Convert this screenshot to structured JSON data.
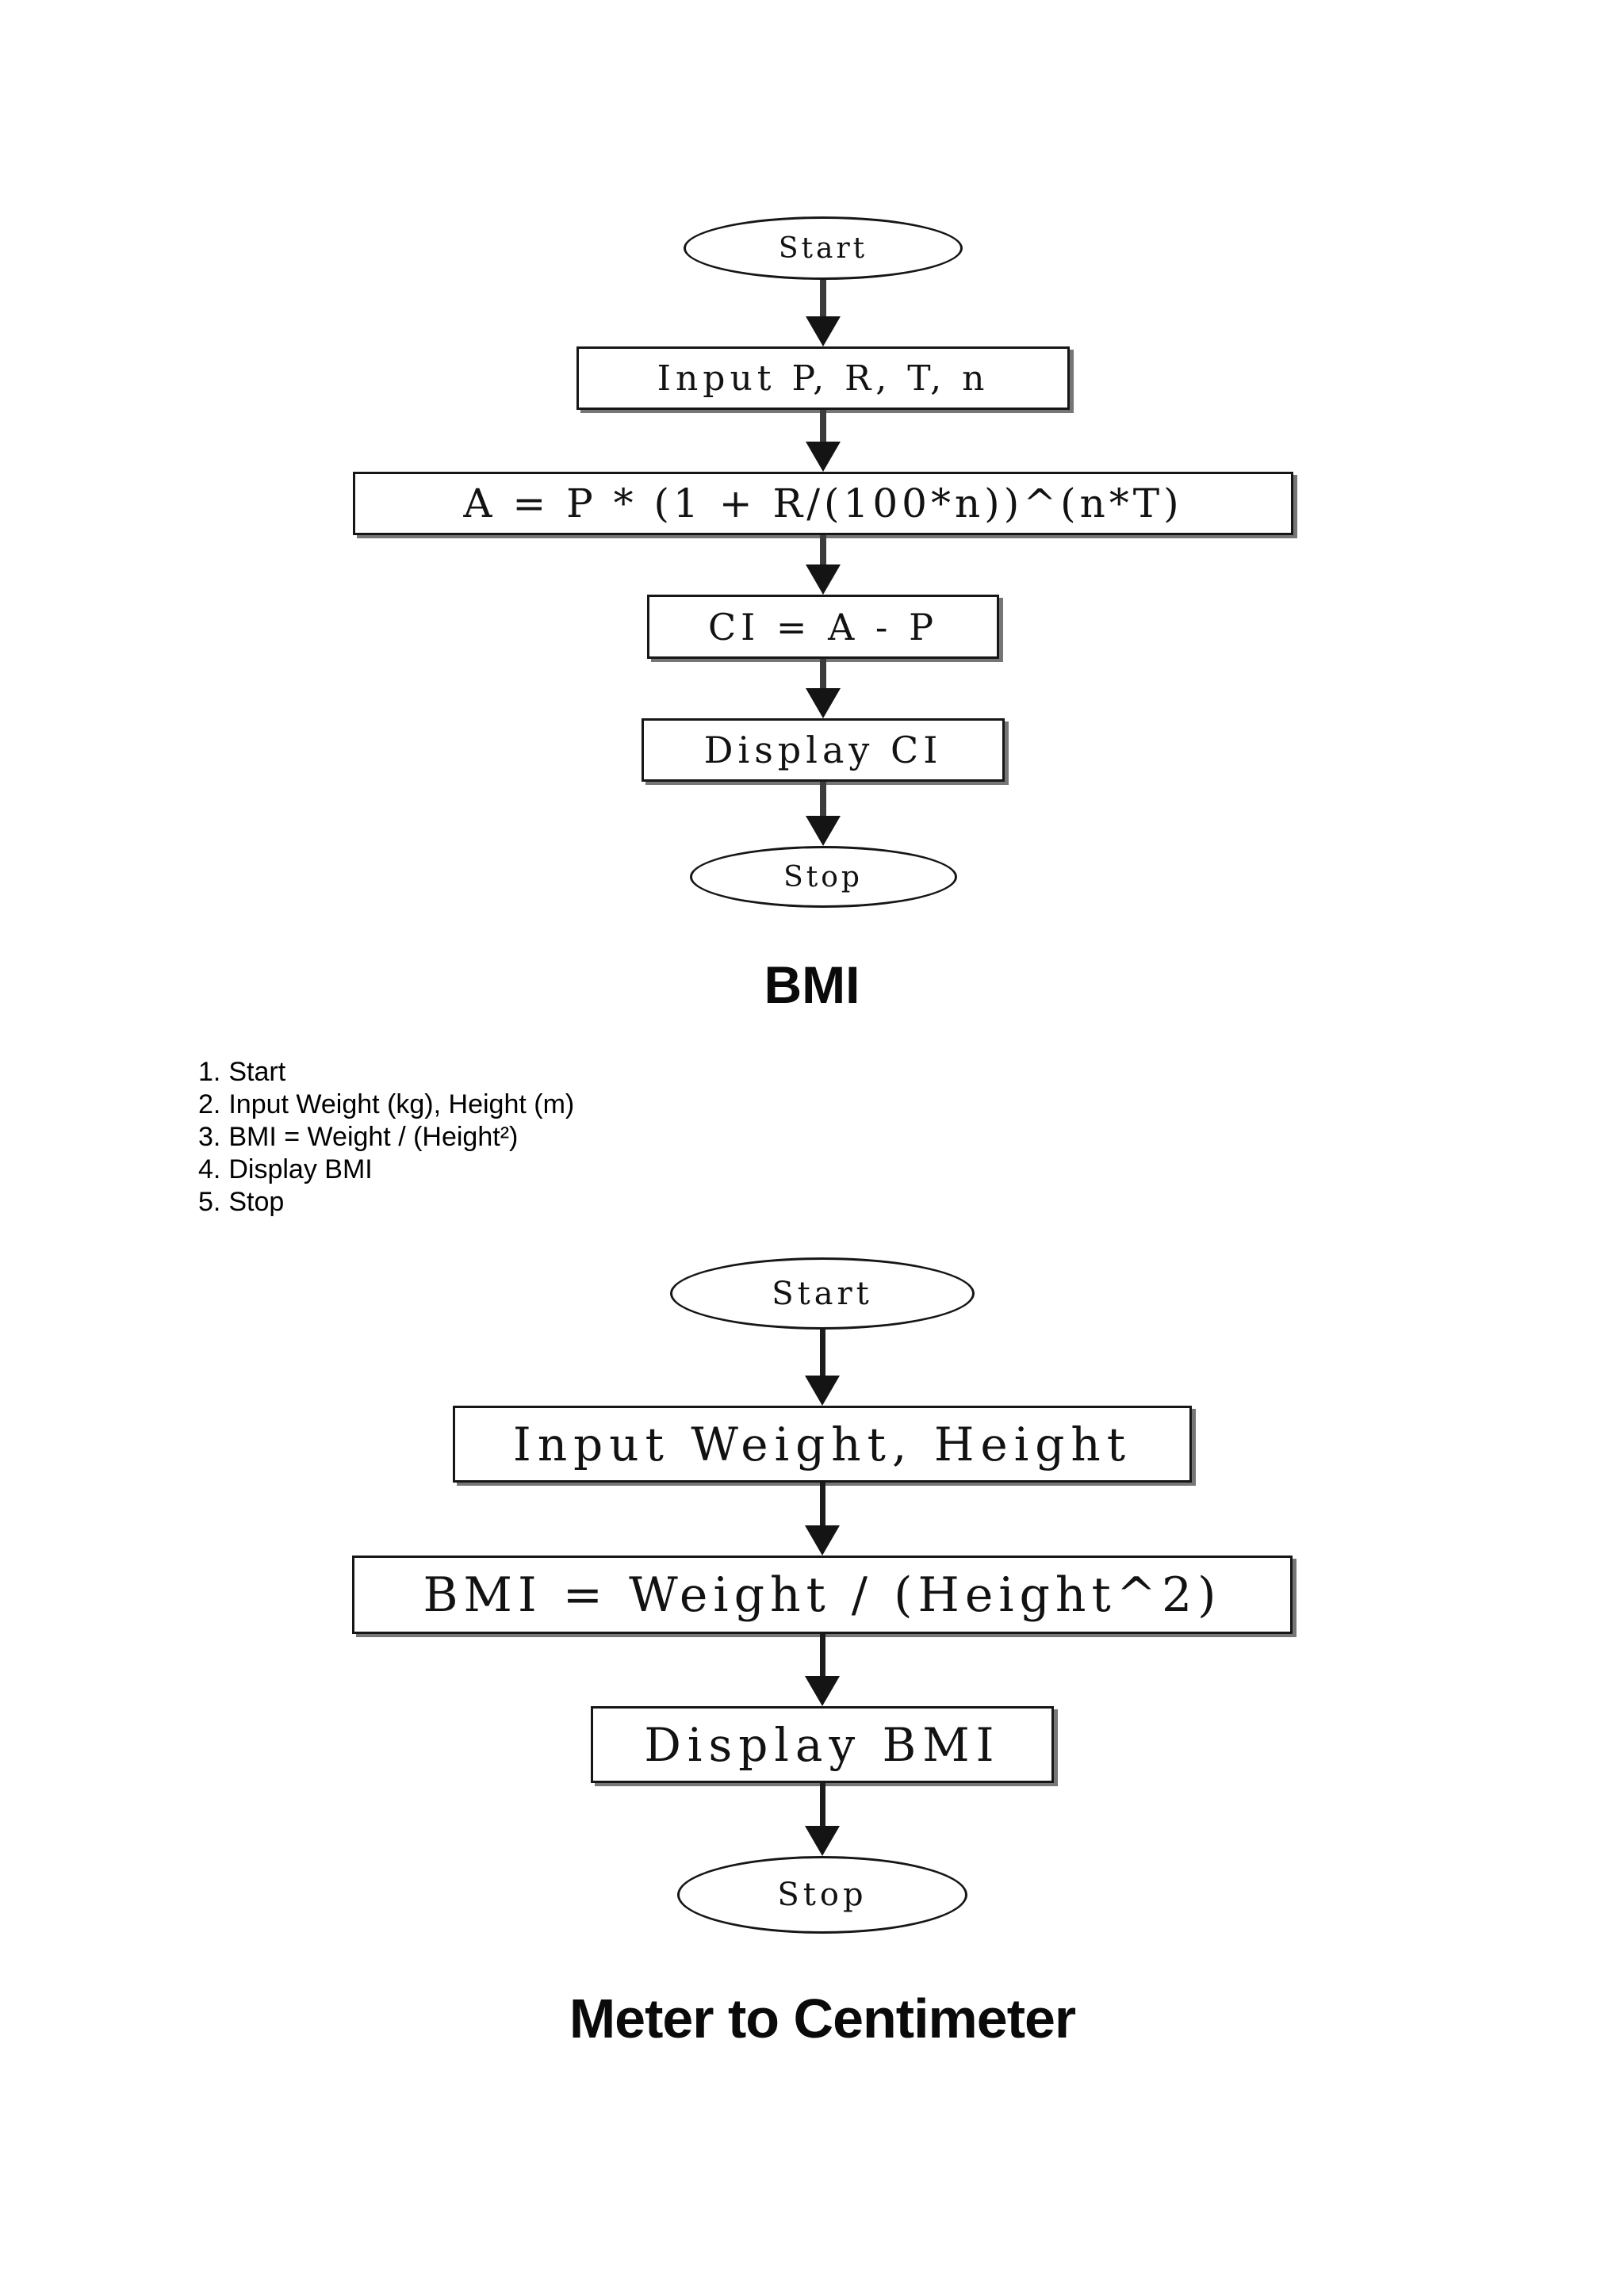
{
  "page": {
    "background": "#ffffff",
    "ink": "#161616",
    "arrow_color": "#3c3c3c"
  },
  "flowchart_ci": {
    "nodes": [
      {
        "shape": "ellipse",
        "label": "Start"
      },
      {
        "shape": "rect",
        "label": "Input P, R, T, n"
      },
      {
        "shape": "rect",
        "label": "A = P * (1 + R/(100*n))^(n*T)"
      },
      {
        "shape": "rect",
        "label": "CI = A - P"
      },
      {
        "shape": "rect",
        "label": "Display CI"
      },
      {
        "shape": "ellipse",
        "label": "Stop"
      }
    ],
    "caption": "BMI"
  },
  "algorithm_steps": {
    "items": [
      {
        "num": "1.",
        "text": "Start"
      },
      {
        "num": "2.",
        "text": "Input Weight (kg), Height (m)"
      },
      {
        "num": "3.",
        "text": "BMI = Weight / (Height²)"
      },
      {
        "num": "4.",
        "text": "Display BMI"
      },
      {
        "num": "5.",
        "text": "Stop"
      }
    ]
  },
  "flowchart_bmi": {
    "nodes": [
      {
        "shape": "ellipse",
        "label": "Start"
      },
      {
        "shape": "rect",
        "label": "Input Weight, Height"
      },
      {
        "shape": "rect",
        "label": "BMI = Weight / (Height^2)"
      },
      {
        "shape": "rect",
        "label": "Display BMI"
      },
      {
        "shape": "ellipse",
        "label": "Stop"
      }
    ],
    "caption": "Meter to Centimeter"
  }
}
